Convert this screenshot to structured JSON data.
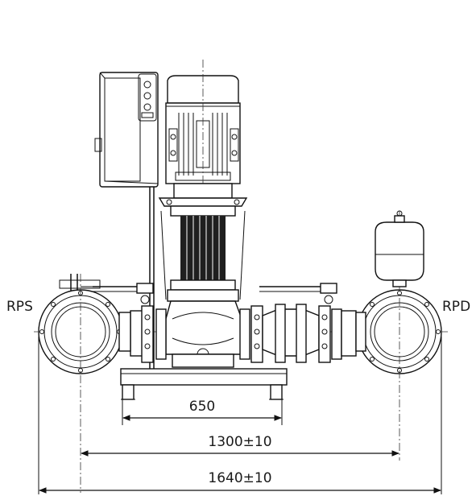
{
  "labels": {
    "suction": "RPS",
    "discharge": "RPD"
  },
  "dimensions": {
    "frame_width": "650",
    "center_distance": "1300±10",
    "overall_width": "1640±10"
  }
}
